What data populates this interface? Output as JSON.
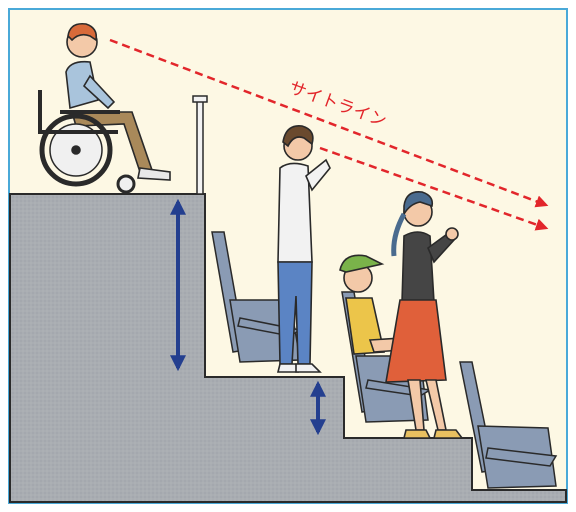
{
  "diagram": {
    "sightline_label": "サイトライン",
    "colors": {
      "background": "#fdf8e4",
      "frame_border": "#4aa9d8",
      "stand_concrete": "#a9adb2",
      "seat": "#8a9bb4",
      "sightline": "#e2262b",
      "height_arrow": "#243f8f",
      "outline": "#2a2a2a"
    },
    "icons": {
      "wheelchair_user": "wheelchair-user-figure",
      "standing_spectator": "standing-spectator-figure",
      "seated_child": "seated-child-figure",
      "cheering_spectator": "cheering-spectator-figure",
      "stadium_seat": "stadium-seat-figure"
    }
  }
}
